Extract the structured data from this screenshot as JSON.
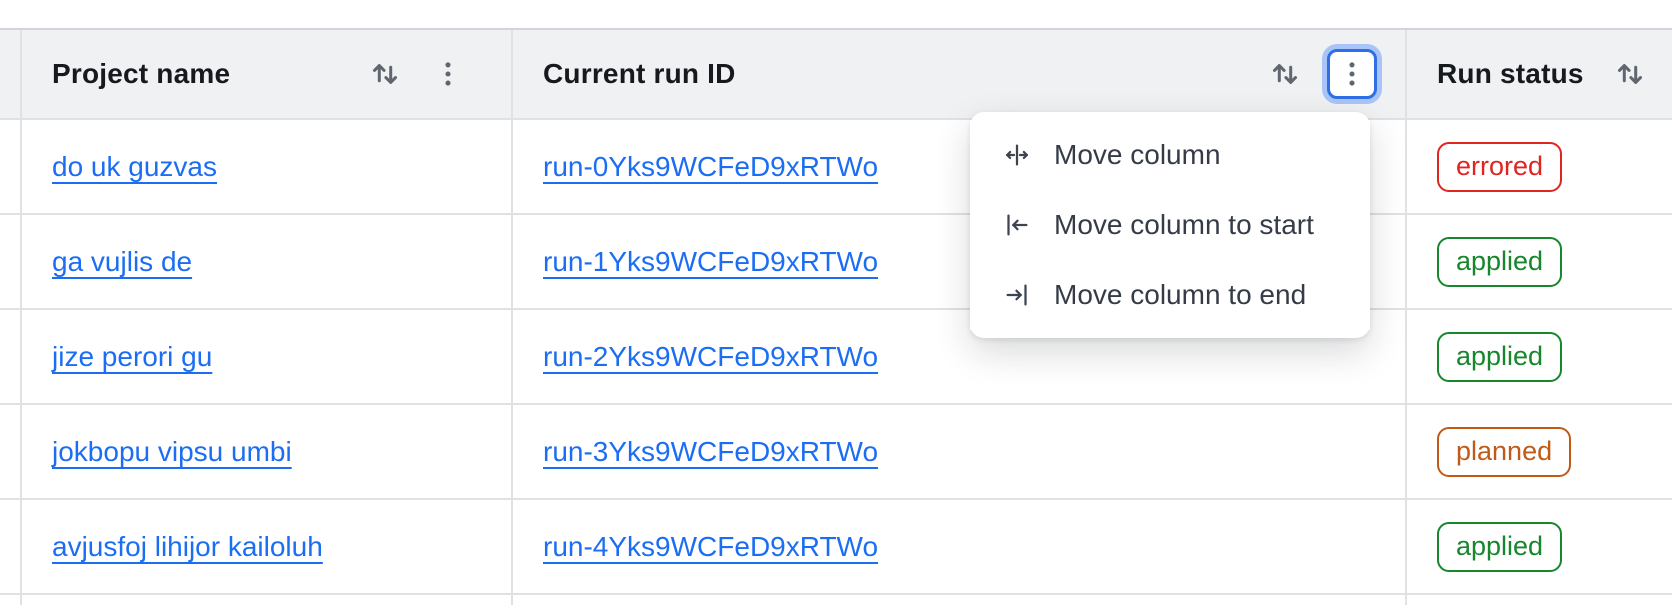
{
  "colors": {
    "link": "#1b6ef3",
    "header_bg": "#f0f1f3",
    "border": "#dfe1e5",
    "border_strong": "#d2d4d9",
    "header_text": "#16191d",
    "menu_text": "#353c47",
    "icon": "#5f6670",
    "focus_blue": "#2e6fe6",
    "focus_glow": "#a9c4f8",
    "status_errored": "#e0241f",
    "status_applied": "#17862c",
    "status_planned": "#bf5b16"
  },
  "table": {
    "columns": [
      {
        "label": "Project name"
      },
      {
        "label": "Current run ID"
      },
      {
        "label": "Run status"
      }
    ],
    "rows": [
      {
        "project": "do uk guzvas",
        "run_id": "run-0Yks9WCFeD9xRTWo",
        "status": "errored"
      },
      {
        "project": "ga vujlis de",
        "run_id": "run-1Yks9WCFeD9xRTWo",
        "status": "applied"
      },
      {
        "project": "jize perori gu",
        "run_id": "run-2Yks9WCFeD9xRTWo",
        "status": "applied"
      },
      {
        "project": "jokbopu vipsu umbi",
        "run_id": "run-3Yks9WCFeD9xRTWo",
        "status": "planned"
      },
      {
        "project": "avjusfoj lihijor kailoluh",
        "run_id": "run-4Yks9WCFeD9xRTWo",
        "status": "applied"
      }
    ]
  },
  "column_menu": {
    "items": [
      {
        "label": "Move column",
        "icon": "move-column"
      },
      {
        "label": "Move column to start",
        "icon": "move-column-to-start"
      },
      {
        "label": "Move column to end",
        "icon": "move-column-to-end"
      }
    ]
  }
}
